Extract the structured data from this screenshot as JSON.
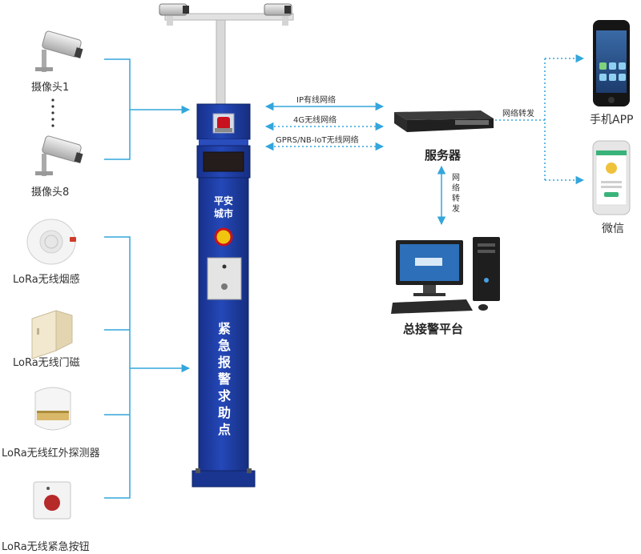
{
  "sensors": {
    "camera1": "摄像头1",
    "camera8": "摄像头8",
    "smoke": "LoRa无线烟感",
    "door": "LoRa无线门磁",
    "infrared": "LoRa无线红外探测器",
    "button": "LoRa无线紧急按钮"
  },
  "pole": {
    "city_line1": "平安",
    "city_line2": "城市",
    "vertical_text": [
      "紧",
      "急",
      "报",
      "警",
      "求",
      "助",
      "点"
    ]
  },
  "links": {
    "ip": "IP有线网络",
    "g4": "4G无线网络",
    "gprs": "GPRS/NB-IoT无线网络",
    "forward_right": "网络转发",
    "forward_down": [
      "网",
      "络",
      "转",
      "发"
    ]
  },
  "endpoints": {
    "server": "服务器",
    "platform": "总接警平台",
    "mobile_app": "手机APP",
    "wechat": "微信"
  },
  "colors": {
    "line": "#33a6dc",
    "pole": "#1f3fa6",
    "pole_dark": "#162e80"
  }
}
